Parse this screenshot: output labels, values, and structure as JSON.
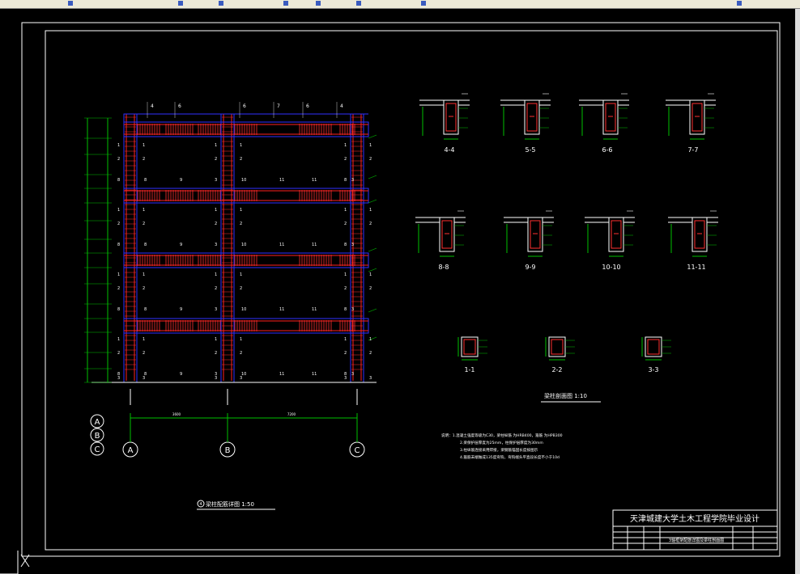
{
  "window": {
    "title": ""
  },
  "drawing": {
    "elevation_title": "梁柱配筋详图 1:50",
    "elevation_circle": "4",
    "grid_h": [
      "A",
      "B",
      "C"
    ],
    "grid_v": [
      "A",
      "B",
      "C"
    ],
    "dim_total": "7200",
    "dim_span": "3600",
    "beam_labels_top": [
      "4",
      "6",
      "6",
      "7",
      "6",
      "4"
    ],
    "row_labels": [
      "1",
      "2",
      "3"
    ],
    "mid_labels": [
      "8",
      "9",
      "3",
      "10",
      "11",
      "8",
      "3"
    ],
    "sections_row1": [
      "4-4",
      "5-5",
      "6-6",
      "7-7"
    ],
    "sections_row2": [
      "8-8",
      "9-9",
      "10-10",
      "11-11"
    ],
    "sections_row3": [
      "1-1",
      "2-2",
      "3-3"
    ],
    "section_title": "梁柱剖面图  1:10",
    "notes": [
      "说明：1.混凝土强度等级为C30，梁柱纵筋  为HRB400，箍筋  为HPB300",
      "2.梁保护层厚度为25mm，柱保护层厚度为30mm",
      "3.柱纵筋连接采用焊接，梁钢筋锚固长度按图示",
      "4.箍筋末端做成135度弯钩，弯钩端头平直段长度不小于10d"
    ],
    "titleblock": {
      "school": "天津城建大学土木工程学院毕业设计",
      "drawing_name": "3轴框架配筋详图及梁柱剖面图"
    }
  },
  "colors": {
    "bg": "#000000",
    "frame": "#ffffff",
    "beam": "#ff2020",
    "col": "#3030ff",
    "dim": "#00c000",
    "text": "#ffffff",
    "stirrup": "#ff3030"
  }
}
